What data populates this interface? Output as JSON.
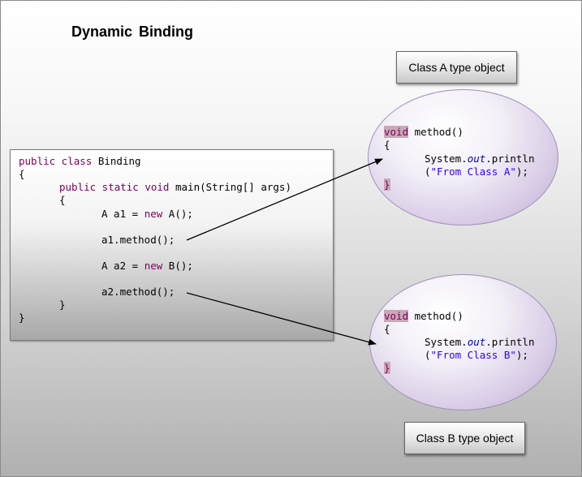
{
  "title": "Dynamic Binding",
  "code": {
    "line1_kw": "public class",
    "line1_rest": " Binding",
    "line2": "{",
    "line3_kw": "public static void",
    "line3_rest": " main(String[] args)",
    "line4": "{",
    "line5_a": "A a1 = ",
    "line5_kw": "new",
    "line5_b": " A();",
    "line6": "a1.method();",
    "line7_a": "A a2 = ",
    "line7_kw": "new",
    "line7_b": " B();",
    "line8": "a2.method();",
    "line9": "}",
    "line10": "}"
  },
  "objects": [
    {
      "label": "Class A type object",
      "kw": "void",
      "sig": " method()",
      "open": "{",
      "call_a": "System.",
      "call_it": "out",
      "call_b": ".println",
      "arg_a": "(",
      "arg_str": "\"From Class A\"",
      "arg_b": ");",
      "close": "}"
    },
    {
      "label": "Class B type object",
      "kw": "void",
      "sig": " method()",
      "open": "{",
      "call_a": "System.",
      "call_it": "out",
      "call_b": ".println",
      "arg_a": "(",
      "arg_str": "\"From Class B\"",
      "arg_b": ");",
      "close": "}"
    }
  ],
  "colors": {
    "keyword": "#7f0055",
    "string": "#2a00ff",
    "static_field": "#0000c0",
    "ellipse": "#d8cce6"
  }
}
